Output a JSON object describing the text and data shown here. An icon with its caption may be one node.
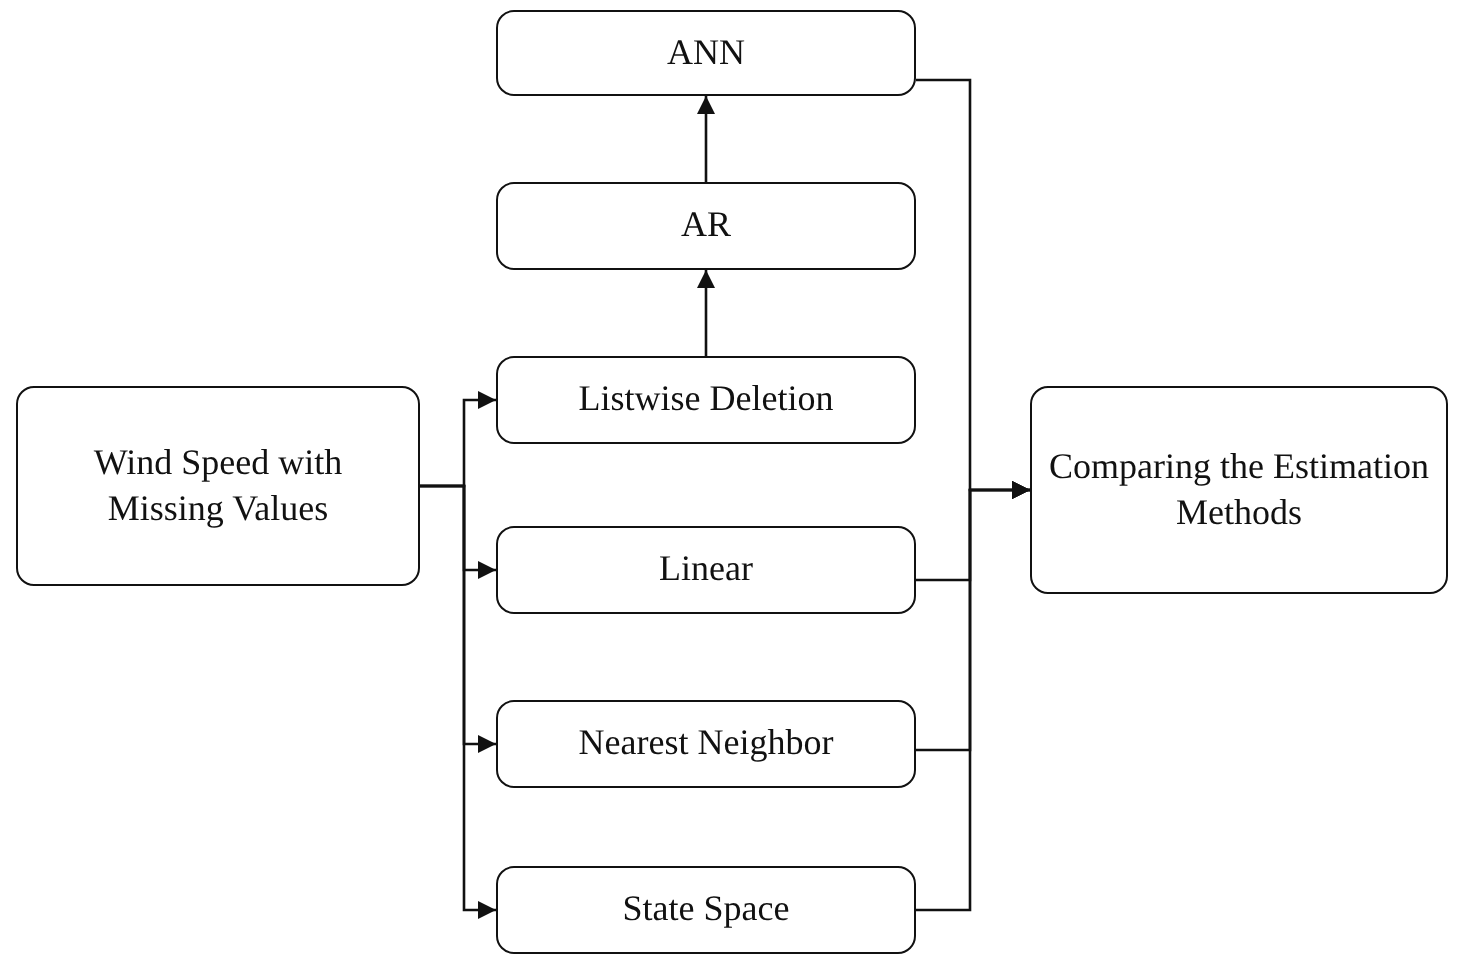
{
  "diagram": {
    "nodes": [
      {
        "text": [
          "Wind Speed with Missing Values"
        ]
      },
      {
        "text": [
          "ANN"
        ]
      },
      {
        "text": [
          "AR"
        ]
      },
      {
        "text": [
          "Listwise Deletion"
        ]
      },
      {
        "text": [
          "Linear"
        ]
      },
      {
        "text": [
          "Nearest Neighbor"
        ]
      },
      {
        "text": [
          "State Space"
        ]
      },
      {
        "text": [
          "Comparing the Estimation Methods"
        ]
      }
    ],
    "edges": [
      {
        "from": 0,
        "to": 3,
        "arrow": "to"
      },
      {
        "from": 0,
        "to": 4,
        "arrow": "to"
      },
      {
        "from": 0,
        "to": 5,
        "arrow": "to"
      },
      {
        "from": 0,
        "to": 6,
        "arrow": "to"
      },
      {
        "from": 3,
        "to": 2,
        "arrow": "to"
      },
      {
        "from": 2,
        "to": 1,
        "arrow": "to"
      },
      {
        "from": 1,
        "to": 7,
        "arrow": "to"
      },
      {
        "from": 4,
        "to": 7,
        "arrow": "to"
      },
      {
        "from": 5,
        "to": 7,
        "arrow": "to"
      },
      {
        "from": 6,
        "to": 7,
        "arrow": "to"
      }
    ]
  }
}
